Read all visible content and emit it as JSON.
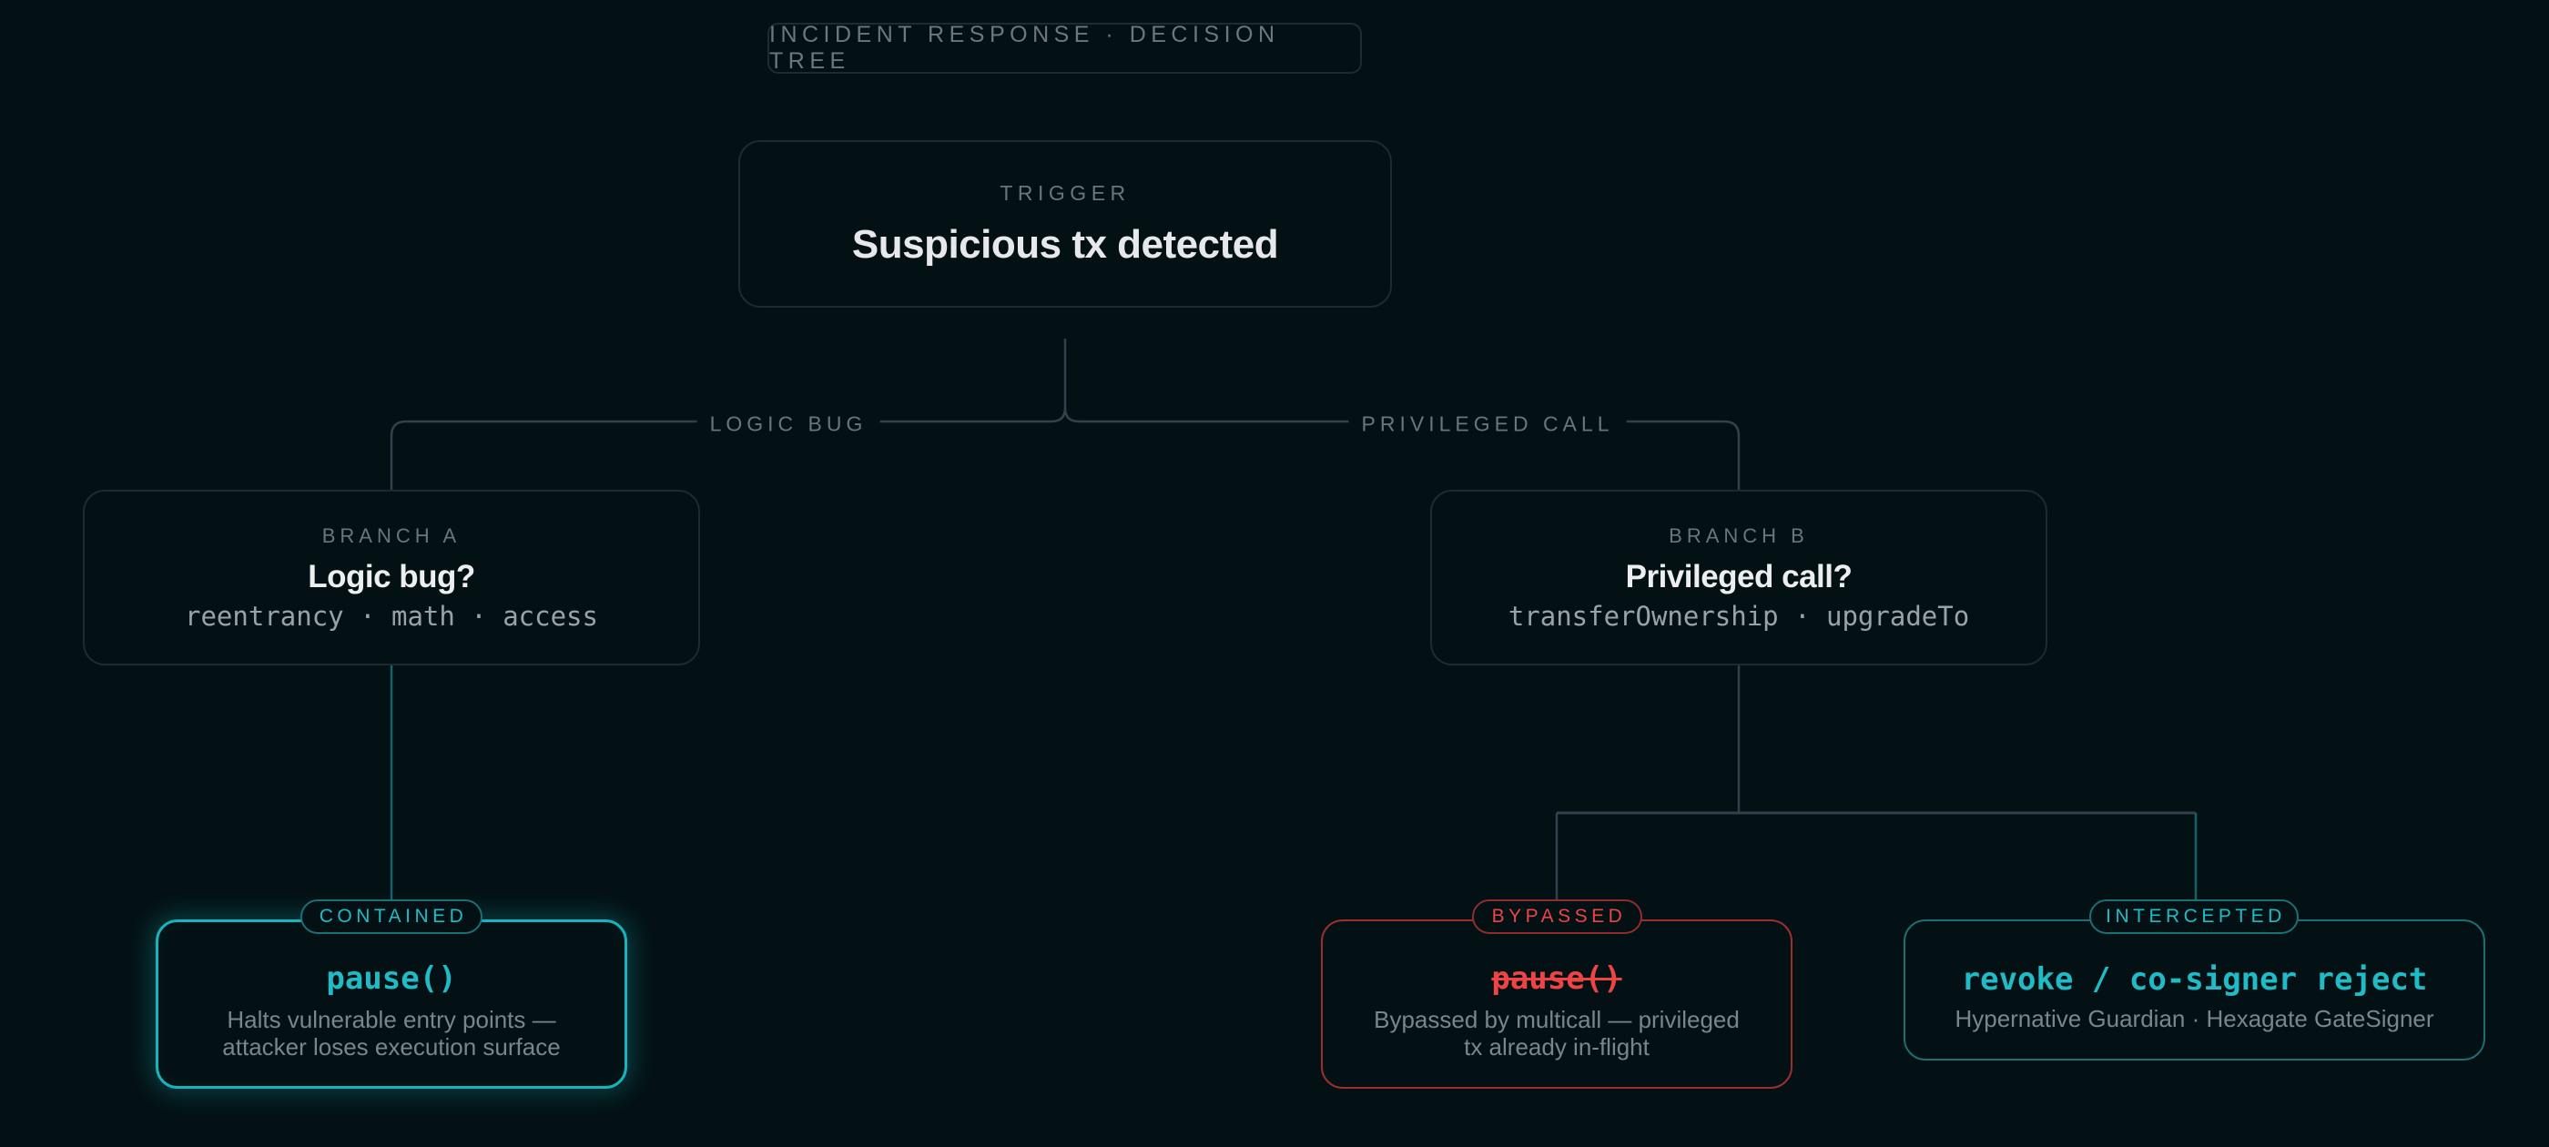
{
  "header": {
    "title": "INCIDENT RESPONSE · DECISION TREE"
  },
  "trigger": {
    "eyebrow": "TRIGGER",
    "title": "Suspicious tx detected"
  },
  "edges": {
    "left_label": "LOGIC BUG",
    "right_label": "PRIVILEGED CALL"
  },
  "branches": [
    {
      "eyebrow": "BRANCH A",
      "title": "Logic bug?",
      "subtitle": "reentrancy · math · access"
    },
    {
      "eyebrow": "BRANCH B",
      "title": "Privileged call?",
      "subtitle": "transferOwnership · upgradeTo"
    }
  ],
  "outcomes": [
    {
      "badge": "CONTAINED",
      "title": "pause()",
      "description_line1": "Halts vulnerable entry points —",
      "description_line2": "attacker loses execution surface",
      "status": "contained",
      "color": "#1fbcc7"
    },
    {
      "badge": "BYPASSED",
      "title": "pause()",
      "description_line1": "Bypassed by multicall — privileged",
      "description_line2": "tx already in-flight",
      "status": "bypassed",
      "color": "#ee4444"
    },
    {
      "badge": "INTERCEPTED",
      "title": "revoke / co-signer reject",
      "description_line1": "Hypernative Guardian · Hexagate GateSigner",
      "status": "intercepted",
      "color": "#1fbcc7"
    }
  ],
  "colors": {
    "background": "#041114",
    "wire": "#34414b",
    "teal": "#1fbcc7",
    "red": "#ee4444",
    "box_border": "#1c2a32"
  }
}
